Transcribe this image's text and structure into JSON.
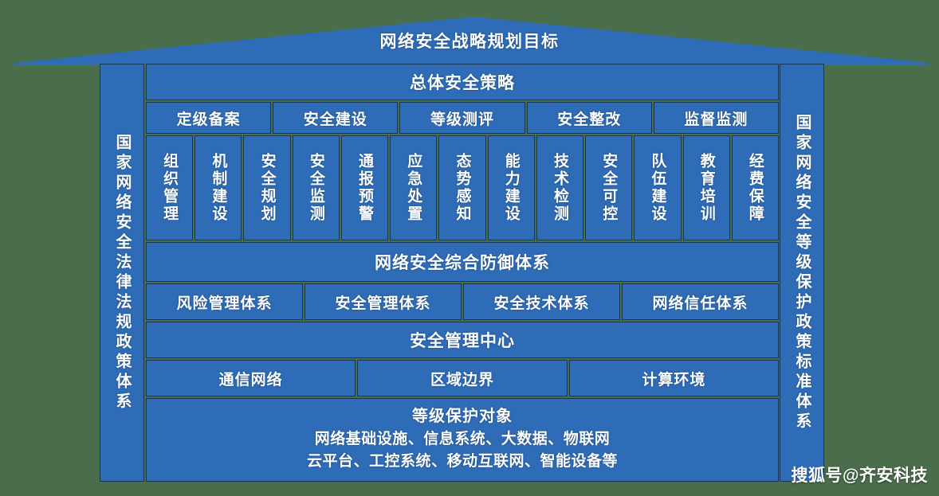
{
  "colors": {
    "background": "#4a6e4c",
    "box_fill": "#2e6cb8",
    "box_border": "#16365c",
    "text": "#ffffff"
  },
  "roof": {
    "title": "网络安全战略规划目标"
  },
  "left_column": {
    "label": "国家网络安全法律法规政策体系"
  },
  "right_column": {
    "label": "国家网络安全等级保护政策标准体系"
  },
  "core": {
    "overall_strategy": "总体安全策略",
    "phases": [
      {
        "label": "定级备案"
      },
      {
        "label": "安全建设"
      },
      {
        "label": "等级测评"
      },
      {
        "label": "安全整改"
      },
      {
        "label": "监督监测"
      }
    ],
    "pillars": [
      {
        "label": "组织管理"
      },
      {
        "label": "机制建设"
      },
      {
        "label": "安全规划"
      },
      {
        "label": "安全监测"
      },
      {
        "label": "通报预警"
      },
      {
        "label": "应急处置"
      },
      {
        "label": "态势感知"
      },
      {
        "label": "能力建设"
      },
      {
        "label": "技术检测"
      },
      {
        "label": "安全可控"
      },
      {
        "label": "队伍建设"
      },
      {
        "label": "教育培训"
      },
      {
        "label": "经费保障"
      }
    ],
    "defense_title": "网络安全综合防御体系",
    "systems": [
      {
        "label": "风险管理体系"
      },
      {
        "label": "安全管理体系"
      },
      {
        "label": "安全技术体系"
      },
      {
        "label": "网络信任体系"
      }
    ],
    "security_management_center": "安全管理中心",
    "layers": [
      {
        "label": "通信网络"
      },
      {
        "label": "区域边界"
      },
      {
        "label": "计算环境"
      }
    ],
    "objects": {
      "head": "等级保护对象",
      "line1": "网络基础设施、信息系统、大数据、物联网",
      "line2": "云平台、工控系统、移动互联网、智能设备等"
    }
  },
  "watermark": {
    "text": "搜狐号@齐安科技"
  }
}
